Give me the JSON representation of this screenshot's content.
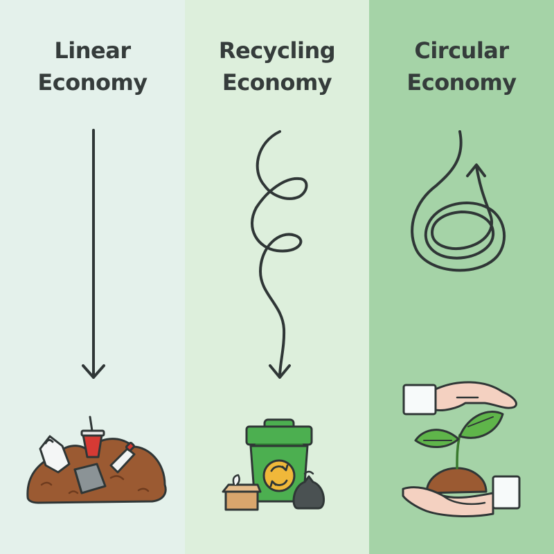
{
  "columns": [
    {
      "line1": "Linear",
      "line2": "Economy",
      "color": "#e4f1eb",
      "path_icon": "straight-down-arrow-icon",
      "bottom_icon": "trash-heap-icon"
    },
    {
      "line1": "Recycling",
      "line2": "Economy",
      "color": "#ddefdc",
      "path_icon": "loop-down-arrow-icon",
      "bottom_icon": "recycling-bin-icon"
    },
    {
      "line1": "Circular",
      "line2": "Economy",
      "color": "#a5d3a7",
      "path_icon": "circular-loop-arrow-icon",
      "bottom_icon": "hands-with-sprout-icon"
    }
  ],
  "colors": {
    "stroke": "#2f3636",
    "bin_green": "#4caf50",
    "soil": "#9b5a32",
    "leaf": "#5fb54a"
  }
}
